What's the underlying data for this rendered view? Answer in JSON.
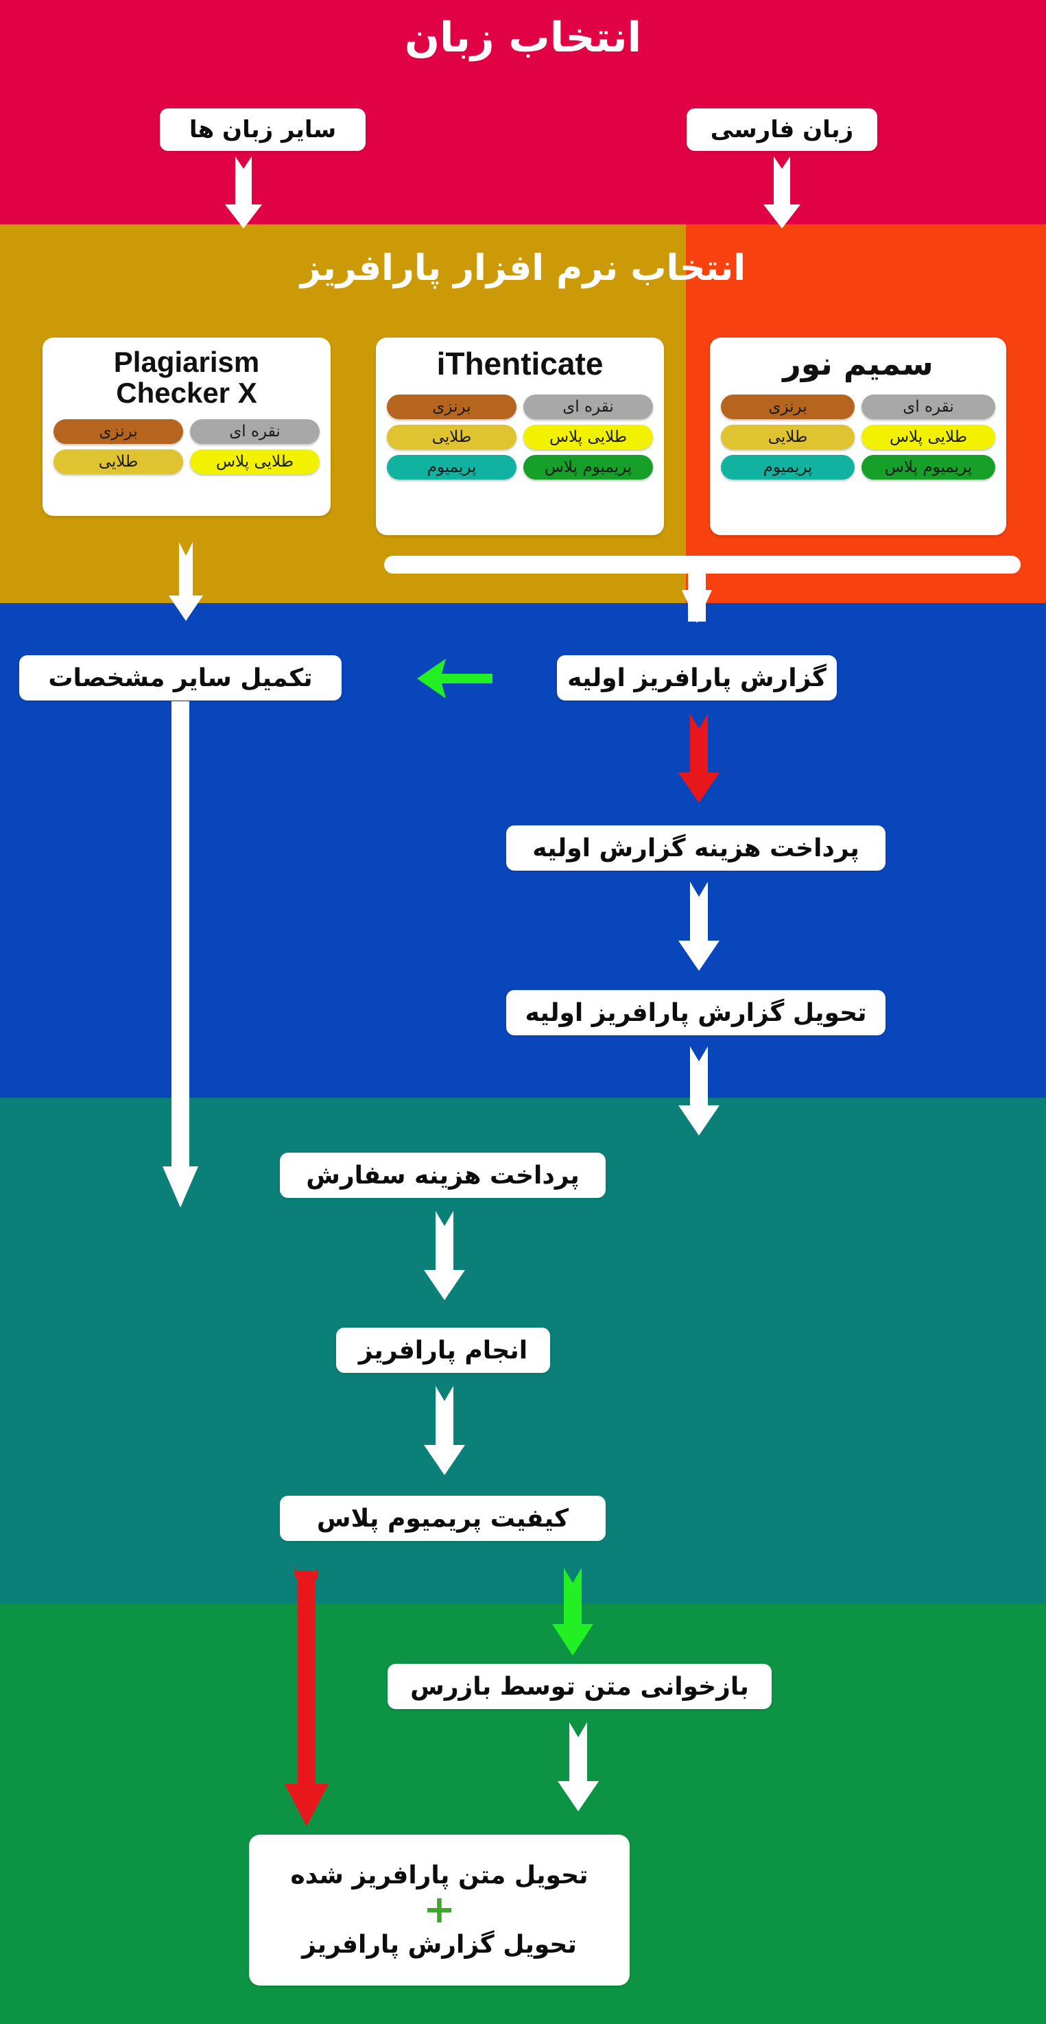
{
  "sections": {
    "language": {
      "title": "انتخاب زبان",
      "bg": "#E00244",
      "options": {
        "other": "سایر زبان ها",
        "farsi": "زبان فارسی"
      }
    },
    "software": {
      "title": "انتخاب نرم افزار پارافریز",
      "bg_left": "#CC9A06",
      "bg_right": "#F7410F",
      "cards": [
        {
          "id": "plagiarism-checker-x",
          "title": "Plagiarism Checker X",
          "script": "latin",
          "tiers": [
            {
              "label": "برنزی",
              "color": "#B5651D",
              "key": "bronze"
            },
            {
              "label": "نقره ای",
              "color": "#A8A8A8",
              "key": "silver"
            },
            {
              "label": "طلایی",
              "color": "#E0C330",
              "key": "gold"
            },
            {
              "label": "طلایی پلاس",
              "color": "#F2F200",
              "key": "gold-plus"
            }
          ]
        },
        {
          "id": "ithenticate",
          "title": "iThenticate",
          "script": "latin",
          "tiers": [
            {
              "label": "برنزی",
              "color": "#B5651D",
              "key": "bronze"
            },
            {
              "label": "نقره ای",
              "color": "#A8A8A8",
              "key": "silver"
            },
            {
              "label": "طلایی",
              "color": "#E0C330",
              "key": "gold"
            },
            {
              "label": "طلایی پلاس",
              "color": "#F2F200",
              "key": "gold-plus"
            },
            {
              "label": "پریمیوم",
              "color": "#11B3A0",
              "key": "premium"
            },
            {
              "label": "پریمیوم پلاس",
              "color": "#16A02A",
              "key": "premium-plus"
            }
          ]
        },
        {
          "id": "samim-noor",
          "title": "سمیم نور",
          "script": "arabic",
          "tiers": [
            {
              "label": "برنزی",
              "color": "#B5651D",
              "key": "bronze"
            },
            {
              "label": "نقره ای",
              "color": "#A8A8A8",
              "key": "silver"
            },
            {
              "label": "طلایی",
              "color": "#E0C330",
              "key": "gold"
            },
            {
              "label": "طلایی پلاس",
              "color": "#F2F200",
              "key": "gold-plus"
            },
            {
              "label": "پریمیوم",
              "color": "#11B3A0",
              "key": "premium"
            },
            {
              "label": "پریمیوم پلاس",
              "color": "#16A02A",
              "key": "premium-plus"
            }
          ]
        }
      ]
    },
    "order": {
      "bg": "#0946BC",
      "nodes": {
        "other_specs": "تکمیل سایر مشخصات",
        "initial_report": "گزارش پارافریز اولیه",
        "pay_initial_report": "پرداخت هزینه گزارش اولیه",
        "deliver_initial_report": "تحویل گزارش پارافریز اولیه"
      }
    },
    "execution": {
      "bg": "#0A8079",
      "nodes": {
        "pay_order": "پرداخت هزینه سفارش",
        "do_paraphrase": "انجام پارافریز",
        "premium_plus_quality": "کیفیت پریمیوم پلاس"
      }
    },
    "delivery": {
      "bg": "#0C9444",
      "nodes": {
        "proofread_by_inspector": "بازخوانی متن توسط بازرس",
        "final_line_1": "تحویل متن پارافریز شده",
        "final_plus": "+",
        "final_line_2": "تحویل گزارش پارافریز"
      }
    }
  },
  "arrows": {
    "white": "#FFFFFF",
    "green": "#22F022",
    "red": "#E8171B"
  }
}
